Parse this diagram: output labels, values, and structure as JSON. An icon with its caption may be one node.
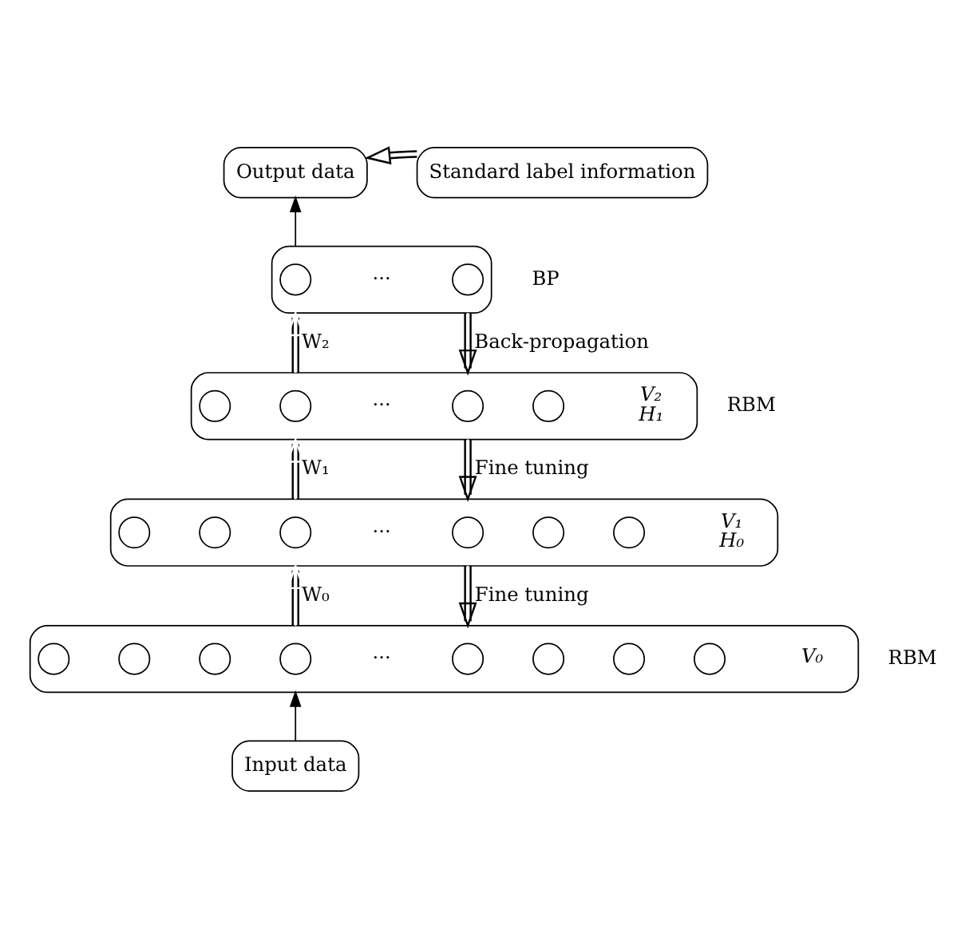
{
  "diagram": {
    "nodes": [
      {
        "text": [
          "Output data"
        ]
      },
      {
        "text": [
          "Standard label information"
        ]
      },
      {
        "text": [
          "···"
        ]
      },
      {
        "text": [],
        "shape": "circle",
        "in": 2
      },
      {
        "text": [],
        "shape": "circle",
        "in": 2
      },
      {
        "text": [
          "···"
        ],
        "beside": [
          "V₂",
          "H₁"
        ]
      },
      {
        "text": [],
        "shape": "circle",
        "in": 5
      },
      {
        "text": [],
        "shape": "circle",
        "in": 5
      },
      {
        "text": [],
        "shape": "circle",
        "in": 5
      },
      {
        "text": [],
        "shape": "circle",
        "in": 5
      },
      {
        "text": [
          "···"
        ],
        "beside": [
          "V₁",
          "H₀"
        ]
      },
      {
        "text": [],
        "shape": "circle",
        "in": 10
      },
      {
        "text": [],
        "shape": "circle",
        "in": 10
      },
      {
        "text": [],
        "shape": "circle",
        "in": 10
      },
      {
        "text": [],
        "shape": "circle",
        "in": 10
      },
      {
        "text": [],
        "shape": "circle",
        "in": 10
      },
      {
        "text": [],
        "shape": "circle",
        "in": 10
      },
      {
        "text": [
          "···"
        ],
        "beside": [
          "V₀"
        ]
      },
      {
        "text": [],
        "shape": "circle",
        "in": 17
      },
      {
        "text": [],
        "shape": "circle",
        "in": 17
      },
      {
        "text": [],
        "shape": "circle",
        "in": 17
      },
      {
        "text": [],
        "shape": "circle",
        "in": 17
      },
      {
        "text": [],
        "shape": "circle",
        "in": 17
      },
      {
        "text": [],
        "shape": "circle",
        "in": 17
      },
      {
        "text": [],
        "shape": "circle",
        "in": 17
      },
      {
        "text": [],
        "shape": "circle",
        "in": 17
      },
      {
        "text": [
          "Input data"
        ]
      }
    ],
    "edges": [
      {
        "from": 1,
        "to": 0,
        "arrow": "to"
      },
      {
        "from": 2,
        "to": 0,
        "arrow": "to"
      },
      {
        "from": 5,
        "to": 2,
        "arrow": "to",
        "label": "W₂"
      },
      {
        "from": 2,
        "to": 5,
        "arrow": "to",
        "label": "Back-propagation"
      },
      {
        "from": 10,
        "to": 5,
        "arrow": "to",
        "label": "W₁"
      },
      {
        "from": 5,
        "to": 10,
        "arrow": "to",
        "label": "Fine tuning"
      },
      {
        "from": 17,
        "to": 10,
        "arrow": "to",
        "label": "W₀"
      },
      {
        "from": 10,
        "to": 17,
        "arrow": "to",
        "label": "Fine tuning"
      },
      {
        "from": 26,
        "to": 17,
        "arrow": "to"
      }
    ],
    "labels": [
      "BP",
      "RBM",
      "RBM"
    ]
  }
}
